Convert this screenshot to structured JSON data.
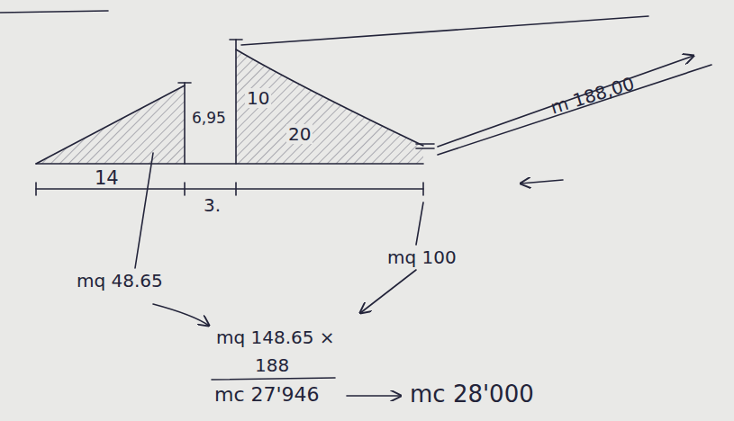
{
  "diagram": {
    "labels": [
      "10",
      "6,95",
      "14",
      "3.",
      "20",
      "m 188,00",
      "mq 48.65",
      "mq 100",
      "mq 148.65 ×",
      "188",
      "mc 27'946",
      "mc 28'000"
    ]
  }
}
